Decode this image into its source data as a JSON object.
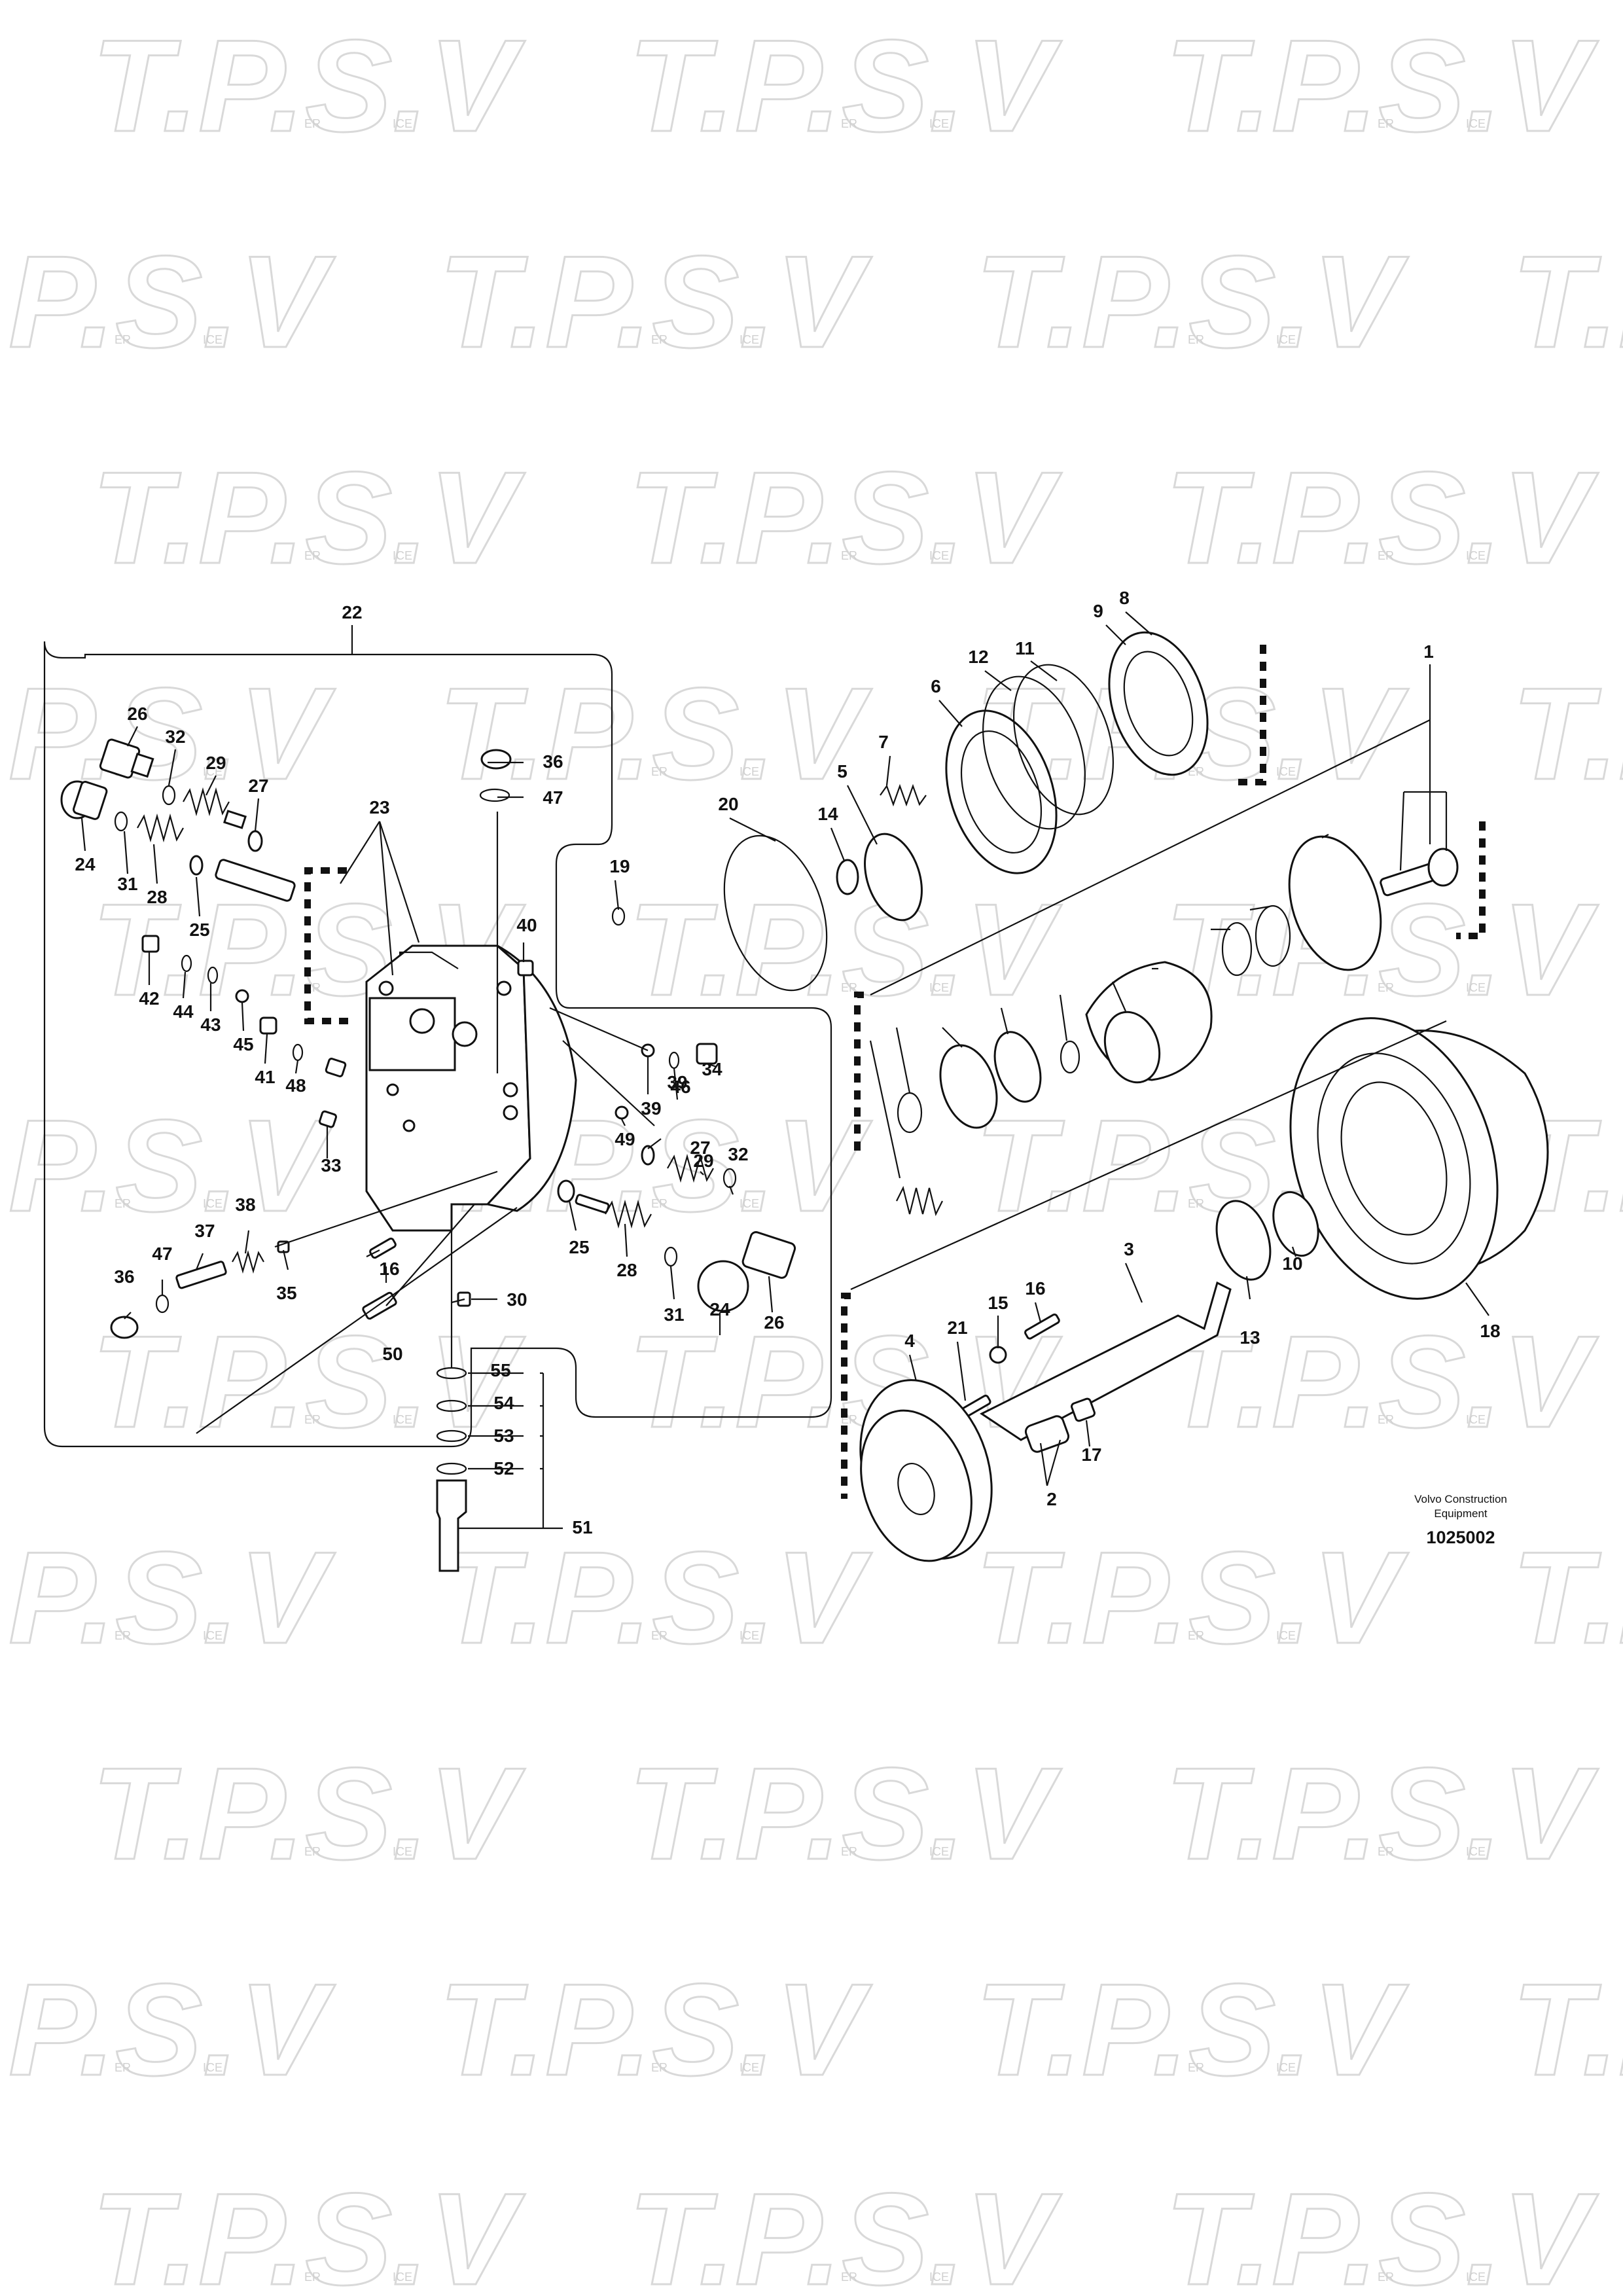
{
  "watermark": {
    "text": "T.P.S.V",
    "small_left": "ER",
    "small_right": "ICE"
  },
  "credit": {
    "line1": "Volvo Construction",
    "line2": "Equipment"
  },
  "reference_number": "1025002",
  "parts": [
    {
      "id": "1"
    },
    {
      "id": "2"
    },
    {
      "id": "3"
    },
    {
      "id": "4"
    },
    {
      "id": "5"
    },
    {
      "id": "6"
    },
    {
      "id": "7"
    },
    {
      "id": "8"
    },
    {
      "id": "9"
    },
    {
      "id": "10"
    },
    {
      "id": "11"
    },
    {
      "id": "12"
    },
    {
      "id": "13"
    },
    {
      "id": "14"
    },
    {
      "id": "15"
    },
    {
      "id": "16"
    },
    {
      "id": "16"
    },
    {
      "id": "17"
    },
    {
      "id": "18"
    },
    {
      "id": "19"
    },
    {
      "id": "20"
    },
    {
      "id": "21"
    },
    {
      "id": "22"
    },
    {
      "id": "23"
    },
    {
      "id": "24"
    },
    {
      "id": "24"
    },
    {
      "id": "25"
    },
    {
      "id": "25"
    },
    {
      "id": "26"
    },
    {
      "id": "26"
    },
    {
      "id": "27"
    },
    {
      "id": "27"
    },
    {
      "id": "28"
    },
    {
      "id": "28"
    },
    {
      "id": "29"
    },
    {
      "id": "29"
    },
    {
      "id": "30"
    },
    {
      "id": "31"
    },
    {
      "id": "31"
    },
    {
      "id": "32"
    },
    {
      "id": "32"
    },
    {
      "id": "33"
    },
    {
      "id": "34"
    },
    {
      "id": "35"
    },
    {
      "id": "36"
    },
    {
      "id": "36"
    },
    {
      "id": "37"
    },
    {
      "id": "38"
    },
    {
      "id": "39"
    },
    {
      "id": "39"
    },
    {
      "id": "40"
    },
    {
      "id": "41"
    },
    {
      "id": "42"
    },
    {
      "id": "43"
    },
    {
      "id": "44"
    },
    {
      "id": "45"
    },
    {
      "id": "46"
    },
    {
      "id": "47"
    },
    {
      "id": "47"
    },
    {
      "id": "48"
    },
    {
      "id": "49"
    },
    {
      "id": "50"
    },
    {
      "id": "51"
    },
    {
      "id": "52"
    },
    {
      "id": "53"
    },
    {
      "id": "54"
    },
    {
      "id": "55"
    }
  ]
}
